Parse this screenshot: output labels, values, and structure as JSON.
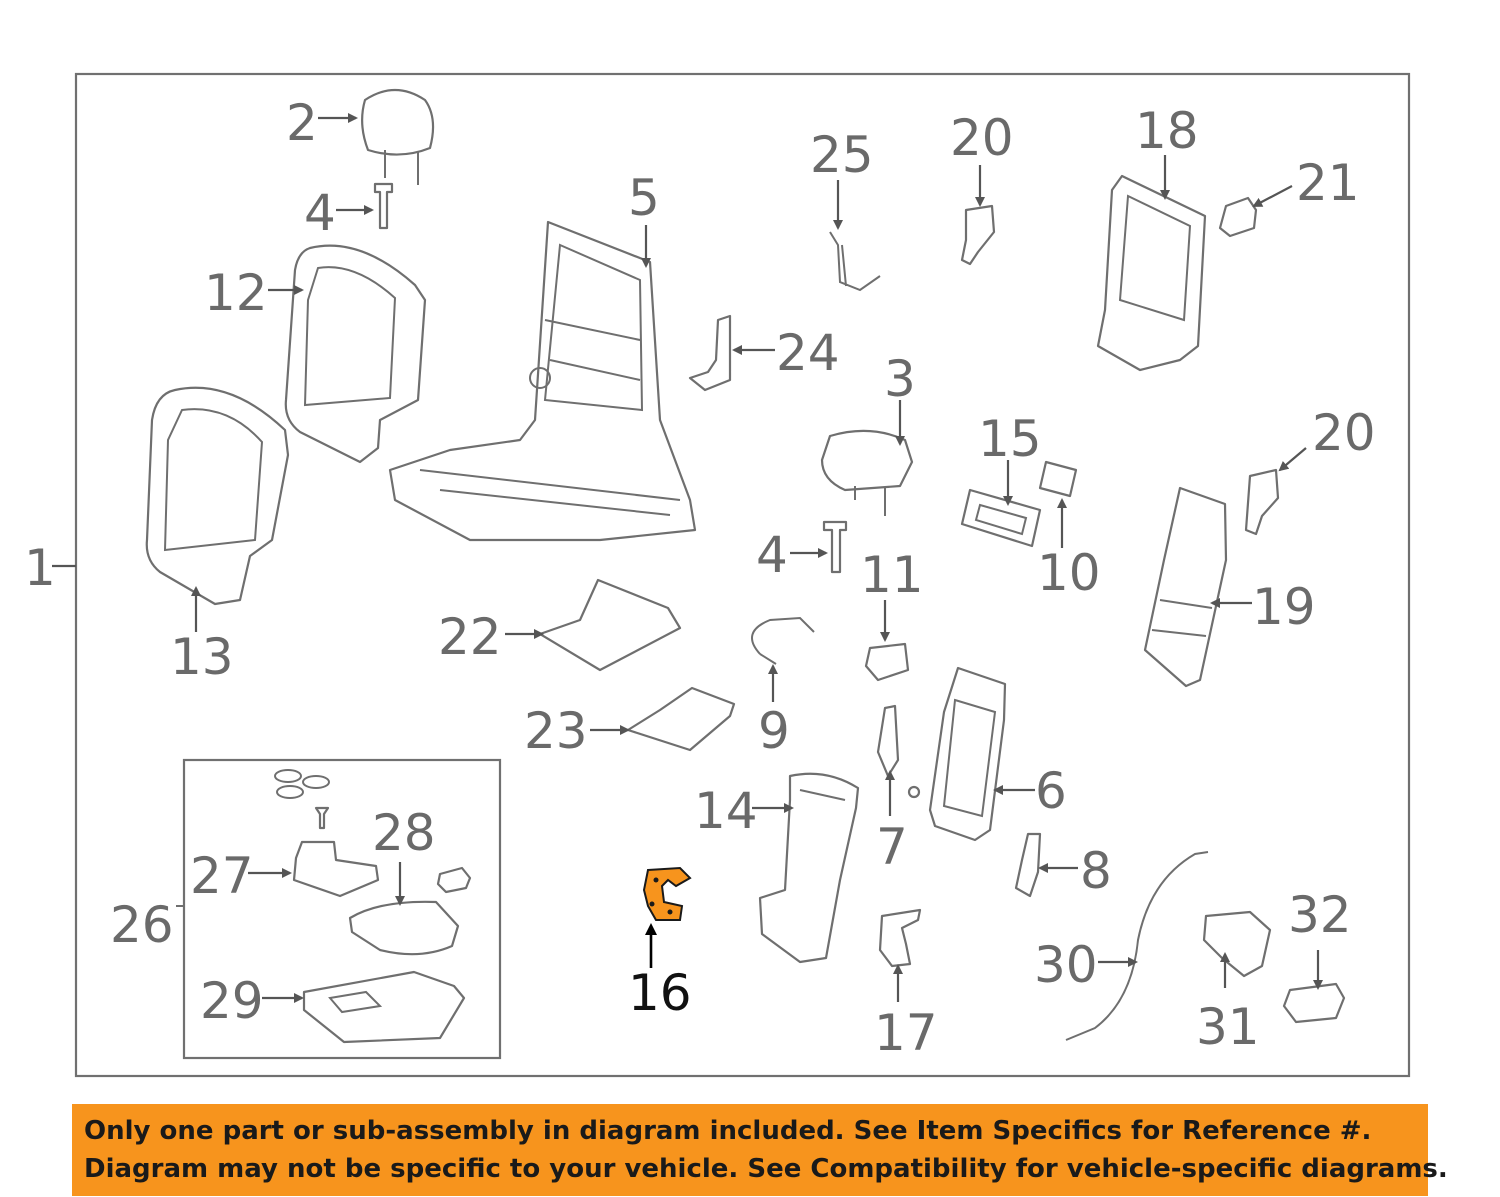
{
  "callouts": {
    "c1": "1",
    "c2": "2",
    "c3": "3",
    "c4a": "4",
    "c4b": "4",
    "c5": "5",
    "c6": "6",
    "c7": "7",
    "c8": "8",
    "c9": "9",
    "c10": "10",
    "c11": "11",
    "c12": "12",
    "c13": "13",
    "c14": "14",
    "c15": "15",
    "c16": "16",
    "c17": "17",
    "c18": "18",
    "c19": "19",
    "c20a": "20",
    "c20b": "20",
    "c21": "21",
    "c22": "22",
    "c23": "23",
    "c24": "24",
    "c25": "25",
    "c26": "26",
    "c27": "27",
    "c28": "28",
    "c29": "29",
    "c30": "30",
    "c31": "31",
    "c32": "32"
  },
  "highlight": {
    "part": "16",
    "color": "#f7941d"
  },
  "banner": {
    "line1": "Only one part or sub-assembly in diagram included. See Item Specifics for Reference #.",
    "line2": "Diagram may not be specific to your vehicle. See Compatibility for vehicle-specific diagrams.",
    "background": "#f7941d"
  }
}
